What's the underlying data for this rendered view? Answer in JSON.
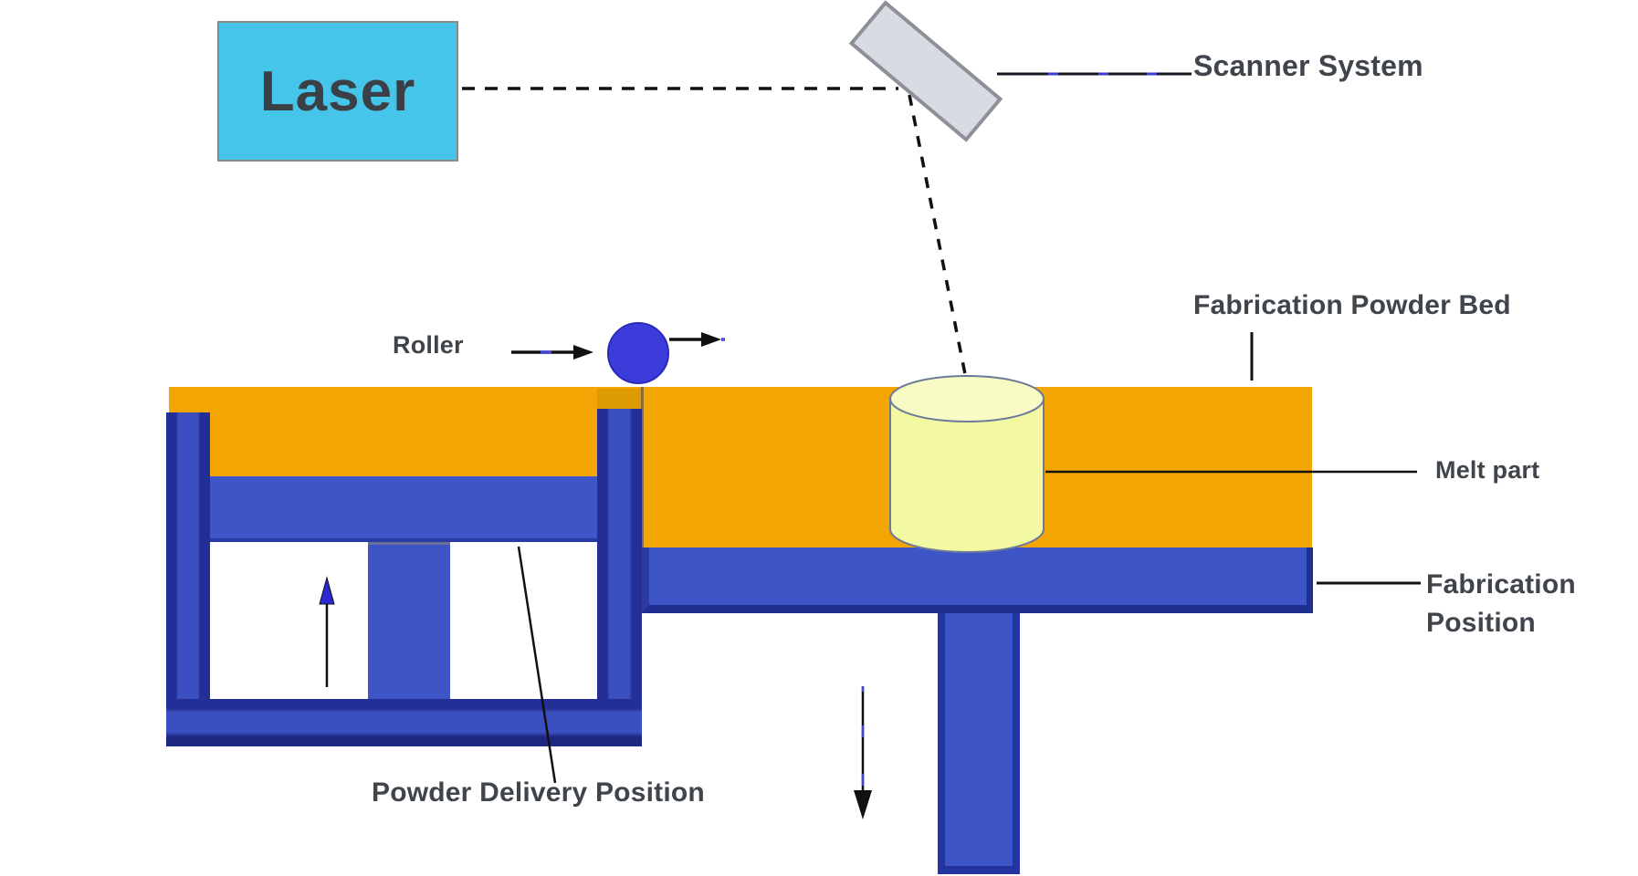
{
  "labels": {
    "laser": "Laser",
    "scanner_system": "Scanner System",
    "roller": "Roller",
    "fabrication_powder_bed": "Fabrication Powder Bed",
    "melt_part": "Melt part",
    "fabrication_position_line1": "Fabrication",
    "fabrication_position_line2": "Position",
    "powder_delivery_position": "Powder Delivery Position"
  },
  "colors": {
    "laser_box_fill": "#45C5EA",
    "powder_orange": "#F3A504",
    "wall_dark_blue": "#232F96",
    "piston_blue": "#3E55C8",
    "roller_blue": "#3C3CDB",
    "melt_cylinder_yellow": "#F3F8A3",
    "scanner_gray": "#D8DCE2",
    "label_text": "#3F454B",
    "beam_black": "#111111",
    "arrow_accent_blue": "#4444D8"
  }
}
